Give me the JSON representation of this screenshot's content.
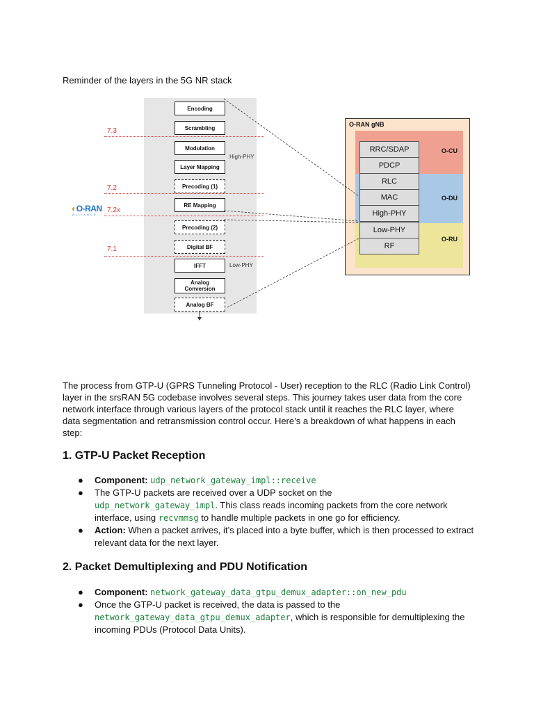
{
  "intro": "Reminder of the layers in the 5G NR stack",
  "figure": {
    "stack_blocks": [
      "Encoding",
      "Scrambling",
      "Modulation",
      "Layer Mapping",
      "Precoding (1)",
      "RE Mapping",
      "Precoding (2)",
      "Digital BF",
      "IFFT",
      "Analog Conversion",
      "Analog BF"
    ],
    "split_labels": [
      "7.3",
      "7.2",
      "7.2x",
      "7.1"
    ],
    "high_phy_label": "High-PHY",
    "low_phy_label": "Low-PHY",
    "oran_logo": "O-RAN",
    "oran_sub": "ALLIANCE",
    "gnb_title": "O-RAN gNB",
    "gnb_layers": [
      "RRC/SDAP",
      "PDCP",
      "RLC",
      "MAC",
      "High-PHY",
      "Low-PHY",
      "RF"
    ],
    "gnb_units": [
      "O-CU",
      "O-DU",
      "O-RU"
    ],
    "colors": {
      "ocu": "#f0a090",
      "odu": "#a9c8e6",
      "oru": "#ece59a",
      "gnb_bg": "#fbe3cc",
      "split_line": "#dd3333"
    }
  },
  "paragraph": "The process from GTP-U (GPRS Tunneling Protocol - User) reception to the RLC (Radio Link Control) layer in the srsRAN 5G codebase involves several steps. This journey takes user data from the core network interface through various layers of the protocol stack until it reaches the RLC layer, where data segmentation and retransmission control occur. Here’s a breakdown of what happens in each step:",
  "section1": {
    "heading": "1. GTP-U Packet Reception",
    "component_label": "Component:",
    "component_code": "udp_network_gateway_impl::receive",
    "b2_pre": "The GTP-U packets are received over a UDP socket on the",
    "b2_code1": "udp_network_gateway_impl",
    "b2_mid": ". This class reads incoming packets from the core network interface, using",
    "b2_code2": "recvmmsg",
    "b2_post": "to handle multiple packets in one go for efficiency.",
    "action_label": "Action:",
    "action_text": "When a packet arrives, it’s placed into a byte buffer, which is then processed to extract relevant data for the next layer."
  },
  "section2": {
    "heading": "2. Packet Demultiplexing and PDU Notification",
    "component_label": "Component:",
    "component_code": "network_gateway_data_gtpu_demux_adapter::on_new_pdu",
    "b2_pre": "Once the GTP-U packet is received, the data is passed to the",
    "b2_code": "network_gateway_data_gtpu_demux_adapter",
    "b2_post": ", which is responsible for demultiplexing the incoming PDUs (Protocol Data Units)."
  }
}
